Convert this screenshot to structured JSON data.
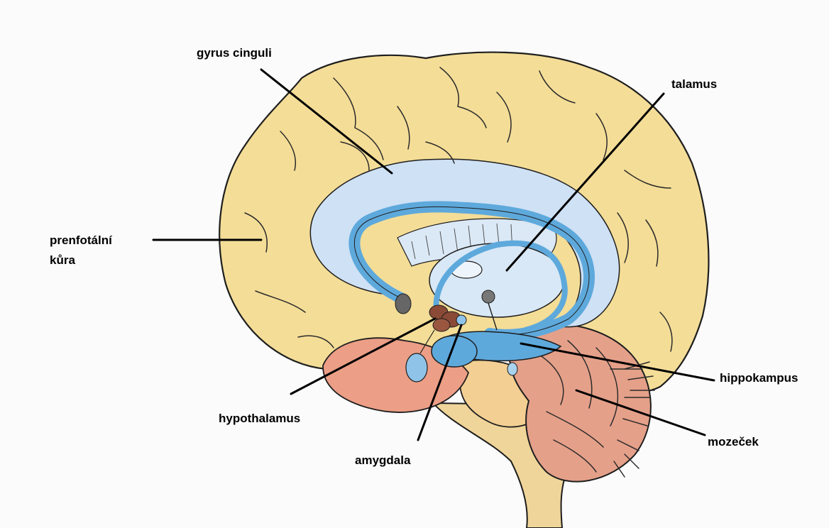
{
  "labels": {
    "gyrus_cinguli": "gyrus cinguli",
    "talamus": "talamus",
    "prefrontal_line1": "prenfotální",
    "prefrontal_line2": "kůra",
    "hippokampus": "hippokampus",
    "hypothalamus": "hypothalamus",
    "mozecek": "mozeček",
    "amygdala": "amygdala"
  },
  "colors": {
    "background": "#fbfbfb",
    "cortex": "#f4dd97",
    "cingulate": "#cfe1f5",
    "limbic_blue": "#5ea9dc",
    "brainstem": "#f0d59a",
    "cerebellum": "#e5a089",
    "hypothalamus_brown": "#8a4a36",
    "outline": "#1e1e1e"
  }
}
